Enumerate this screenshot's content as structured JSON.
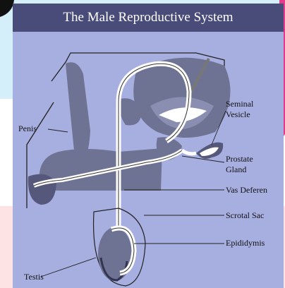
{
  "title": "The Male Reproductive System",
  "labels": {
    "seminal_vesicle_1": "Seminal",
    "seminal_vesicle_2": "Vesicle",
    "penis": "Penis",
    "prostate_1": "Prostate",
    "prostate_2": "Gland",
    "vas_deferens": "Vas Deferen",
    "scrotal_sac": "Scrotal Sac",
    "epididymis": "Epididymis",
    "testis": "Testis"
  },
  "colors": {
    "title_bar": "#494b79",
    "panel": "#a7afe0",
    "organ_fill": "#6f7393",
    "organ_dark": "#55587a",
    "bg_top": "#d4effa",
    "bg_bottom": "#fde3e3",
    "corner_mark": "#e43a8a"
  }
}
